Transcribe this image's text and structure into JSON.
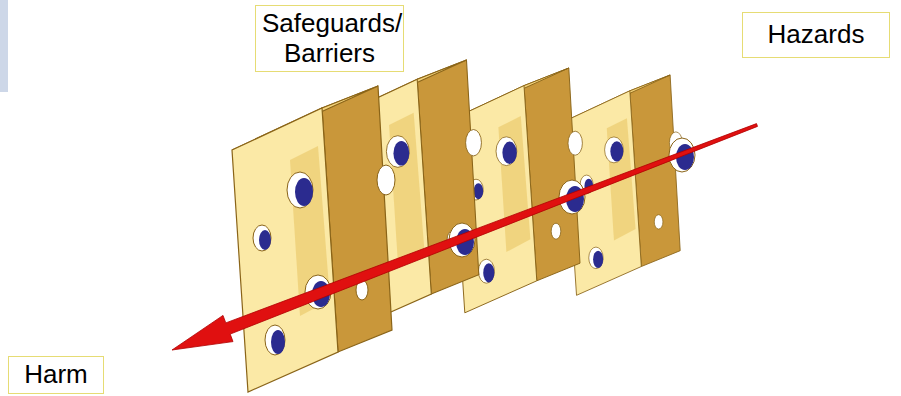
{
  "diagram": {
    "nodes": [
      {
        "text": [
          "Safeguards/ Barriers"
        ]
      },
      {
        "text": [
          "Hazards"
        ]
      },
      {
        "text": [
          "Harm"
        ]
      }
    ]
  }
}
